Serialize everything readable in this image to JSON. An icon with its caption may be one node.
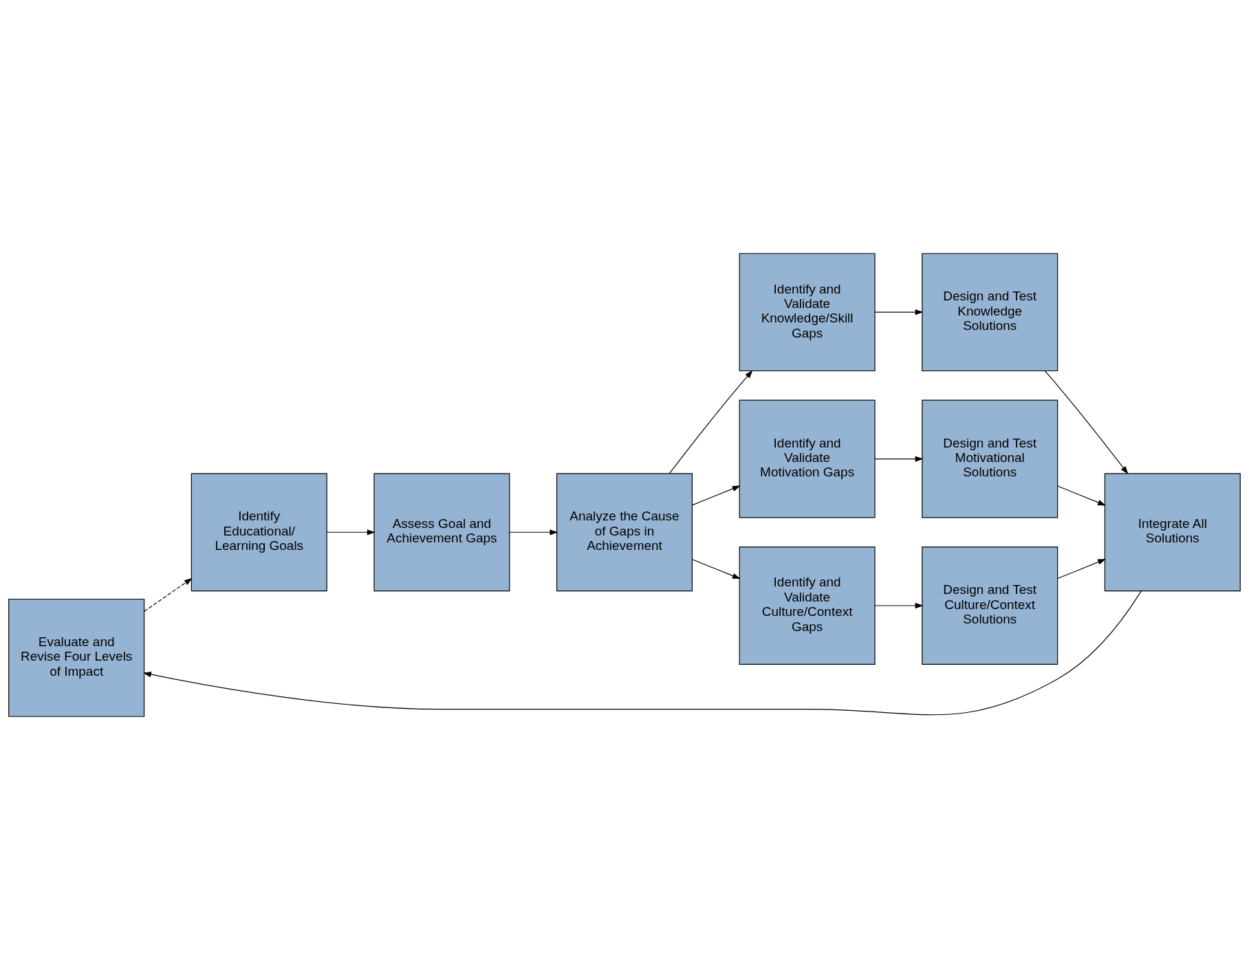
{
  "diagram": {
    "nodes": [
      {
        "text": [
          "Evaluate and Revise Four Levels of Impact"
        ]
      },
      {
        "text": [
          "Identify Educational/ Learning Goals"
        ]
      },
      {
        "text": [
          "Assess Goal and Achievement Gaps"
        ]
      },
      {
        "text": [
          "Design and Test Knowledge Solutions"
        ]
      },
      {
        "text": [
          "Identify and Validate Knowledge/Skill Gaps"
        ]
      },
      {
        "text": [
          "Integrate All Solutions"
        ]
      },
      {
        "text": [
          "Design and Test Motivational Solutions"
        ]
      },
      {
        "text": [
          "Identify and Validate Motivation Gaps"
        ]
      },
      {
        "text": [
          "Analyze the Cause of Gaps in Achievement"
        ]
      },
      {
        "text": [
          "Design and Test Culture/Context Solutions"
        ]
      },
      {
        "text": [
          "Identify and Validate Culture/Context Gaps"
        ]
      }
    ],
    "edges": [
      {
        "from": 0,
        "to": 1,
        "arrow": "to",
        "style": "dashed"
      },
      {
        "from": 1,
        "to": 2,
        "arrow": "to"
      },
      {
        "from": 2,
        "to": 8,
        "arrow": "to"
      },
      {
        "from": 8,
        "to": 4,
        "arrow": "to"
      },
      {
        "from": 4,
        "to": 3,
        "arrow": "to"
      },
      {
        "from": 8,
        "to": 7,
        "arrow": "to"
      },
      {
        "from": 7,
        "to": 6,
        "arrow": "to"
      },
      {
        "from": 8,
        "to": 10,
        "arrow": "to"
      },
      {
        "from": 10,
        "to": 9,
        "arrow": "to"
      },
      {
        "from": 3,
        "to": 5,
        "arrow": "to"
      },
      {
        "from": 6,
        "to": 5,
        "arrow": "to"
      },
      {
        "from": 9,
        "to": 5,
        "arrow": "to"
      },
      {
        "from": 5,
        "to": 0,
        "arrow": "to"
      }
    ]
  }
}
